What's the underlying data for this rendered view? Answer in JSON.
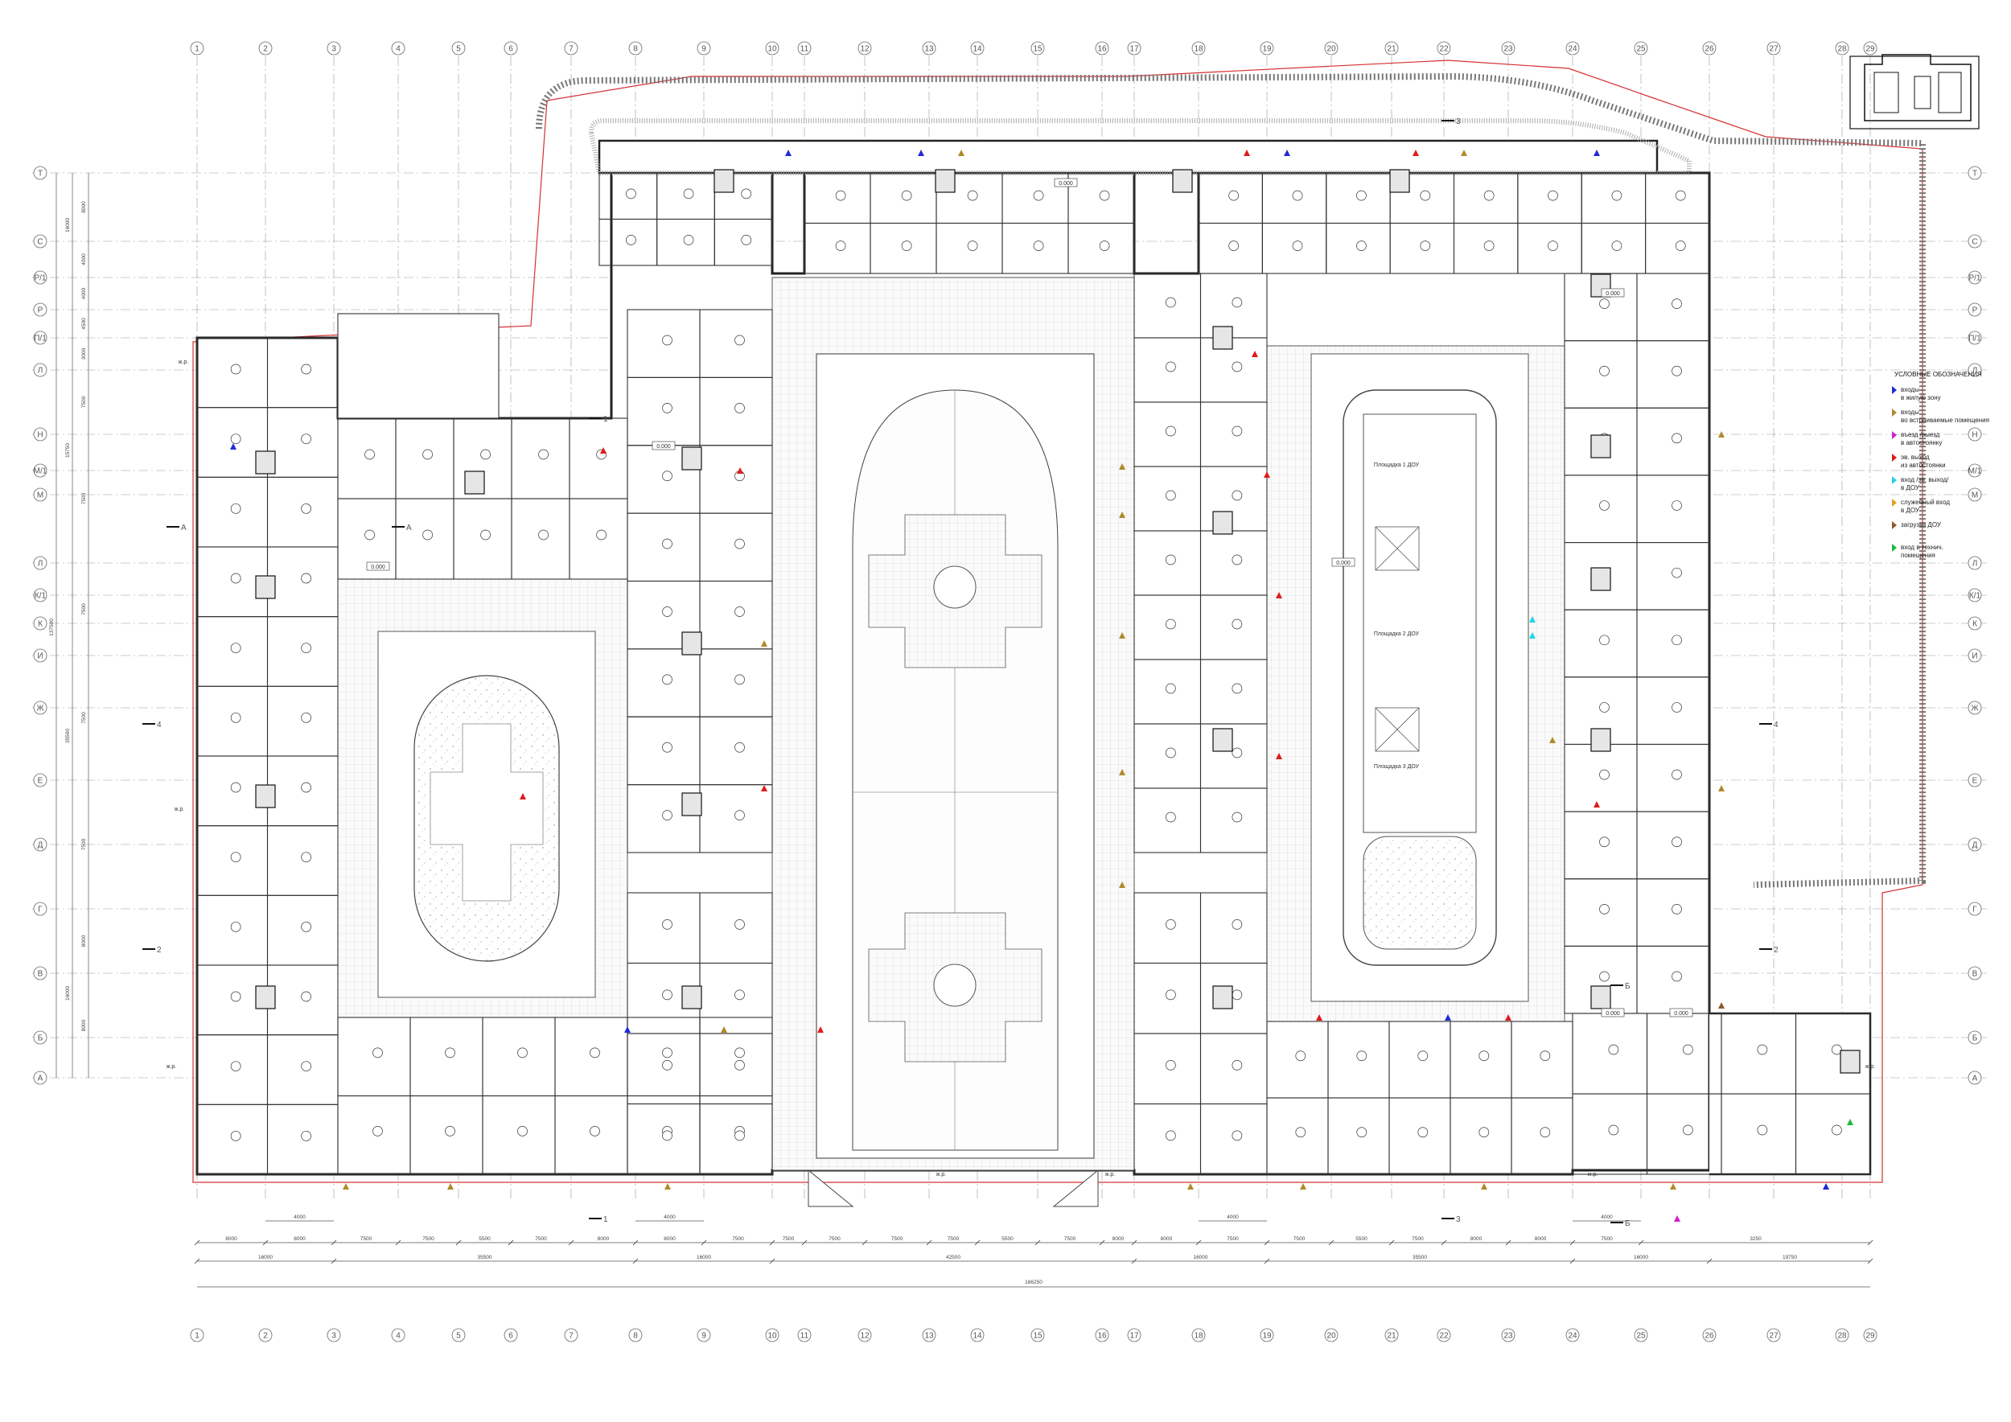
{
  "legend": {
    "title": "УСЛОВНЫЕ ОБОЗНАЧЕНИЯ",
    "items": [
      {
        "line1": "входы",
        "line2": "в жилую зону",
        "color": "#1f2bd8",
        "icon": "triangle-marker"
      },
      {
        "line1": "входы",
        "line2": "во встраиваемые помещения",
        "color": "#b08a2a",
        "icon": "triangle-marker"
      },
      {
        "line1": "въезд /выезд",
        "line2": "в автостоянку",
        "color": "#d21fd2",
        "icon": "triangle-marker"
      },
      {
        "line1": "эв. выход",
        "line2": "из автостоянки",
        "color": "#e01b1b",
        "icon": "triangle-marker"
      },
      {
        "line1": "вход /эв. выход/",
        "line2": "в ДОУ",
        "color": "#21d4e6",
        "icon": "triangle-marker"
      },
      {
        "line1": "служебный вход",
        "line2": "в ДОУ",
        "color": "#e0a21b",
        "icon": "triangle-marker"
      },
      {
        "line1": "загрузка ДОУ",
        "line2": "",
        "color": "#8a5a2b",
        "icon": "triangle-marker"
      },
      {
        "line1": "вход в технич.",
        "line2": "помещения",
        "color": "#1fb83a",
        "icon": "triangle-marker"
      }
    ]
  },
  "axes": {
    "columns": [
      "1",
      "2",
      "3",
      "4",
      "5",
      "6",
      "7",
      "8",
      "9",
      "10",
      "11",
      "12",
      "13",
      "14",
      "15",
      "16",
      "17",
      "18",
      "19",
      "20",
      "21",
      "22",
      "23",
      "24",
      "25",
      "26",
      "27",
      "28",
      "29"
    ],
    "rows": [
      "Т",
      "С",
      "Р/1",
      "Р",
      "П/1",
      "Л",
      "Н",
      "М/1",
      "М",
      "Л",
      "К/1",
      "К",
      "И",
      "Ж",
      "Е",
      "Д",
      "Г",
      "В",
      "Б",
      "А"
    ]
  },
  "dimensions": {
    "bottom_row1": [
      "8000",
      "8000",
      "7500",
      "7500",
      "5500",
      "7500",
      "8000",
      "8000",
      "7500",
      "7500",
      "7500",
      "7500",
      "7500",
      "5500",
      "7500",
      "8000",
      "8000",
      "7500",
      "7500",
      "5500",
      "7500",
      "8000",
      "8000",
      "7500",
      "3250"
    ],
    "bottom_row2": [
      "16000",
      "35500",
      "16000",
      "42500",
      "16000",
      "35500",
      "16000",
      "19750"
    ],
    "bottom_total": "186250",
    "bottom_short": [
      "4000",
      "4000",
      "4000",
      "4000"
    ],
    "left": [
      "8000",
      "4000",
      "4000",
      "4500",
      "3000",
      "7500",
      "7500",
      "7500",
      "7500",
      "7500",
      "8000",
      "8000"
    ],
    "left_totals": [
      "16000",
      "15750",
      "35500",
      "16000"
    ],
    "left_overall": "137500"
  },
  "section_marks": [
    "1",
    "1",
    "3",
    "3",
    "4",
    "4",
    "2",
    "2",
    "А",
    "А",
    "Б",
    "Б"
  ],
  "playgrounds": {
    "p1": "Площадка 1 ДОУ",
    "p2": "Площадка 2 ДОУ",
    "p3": "Площадка 3 ДОУ"
  },
  "labels": {
    "kp": "ж.р.",
    "level": "0.000"
  }
}
